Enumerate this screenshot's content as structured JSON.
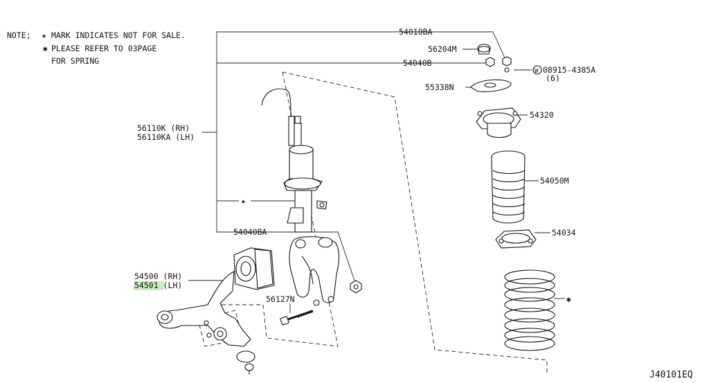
{
  "notes": {
    "line1": "NOTE;",
    "line1_rest": "MARK INDICATES NOT FOR SALE.",
    "line2": "PLEASE REFER TO 03PAGE",
    "line3": "FOR SPRING"
  },
  "parts": {
    "p54010BA": "54010BA",
    "p56204M": "56204M",
    "p54040B": "54040B",
    "p08915": "08915-4385A",
    "p08915_circle": "W",
    "p08915_qty": "(6)",
    "p55338N": "55338N",
    "p54320": "54320",
    "p56110K": "56110K  (RH)",
    "p56110KA": "56110KA (LH)",
    "p54050M": "54050M",
    "p54034": "54034",
    "p54040BA": "54040BA",
    "p54500": "54500 (RH)",
    "p54501": "54501 (LH)",
    "p56127N": "56127N"
  },
  "marks": {
    "star": "★",
    "asterisk": "✱"
  },
  "diagram_id": "J40101EQ",
  "colors": {
    "highlight": "#c8ecc0",
    "line": "#222222"
  }
}
